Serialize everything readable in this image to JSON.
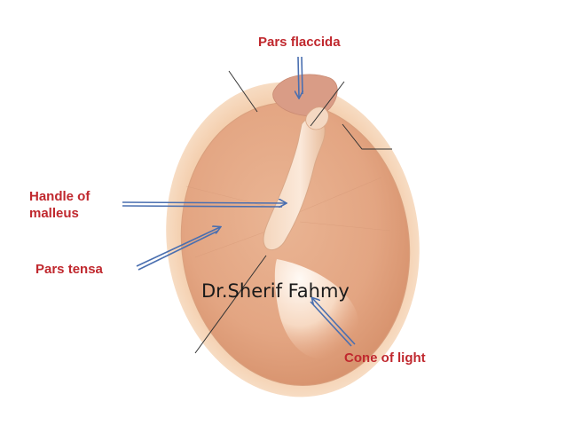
{
  "labels": {
    "pars_flaccida": "Pars flaccida",
    "handle_of_malleus": "Handle of malleus",
    "pars_tensa": "Pars tensa",
    "cone_of_light": "Cone of light"
  },
  "author": "Dr.Sherif Fahmy",
  "colors": {
    "label": "#c0282e",
    "arrow": "#4a6fb0",
    "membrane": "#e8ad8c",
    "rim": "#f3c9a6",
    "cone": "#fff6ee"
  }
}
